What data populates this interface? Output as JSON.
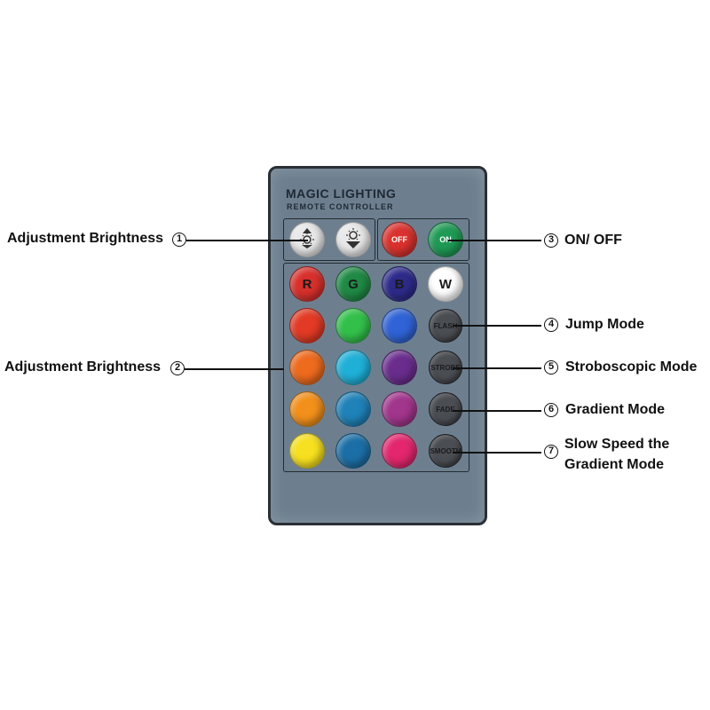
{
  "remote": {
    "brand": "MAGIC LIGHTING",
    "subtitle": "REMOTE CONTROLLER",
    "brightness_icon_up": "sun-up-icon",
    "brightness_icon_down": "sun-down-icon",
    "off_label": "OFF",
    "on_label": "ON",
    "rgbw_labels": [
      "R",
      "G",
      "B",
      "W"
    ],
    "mode_buttons": [
      "FLASH",
      "STROBE",
      "FADE",
      "SMOOTH"
    ],
    "colors": {
      "body": "#6d7f8f",
      "off_button": "#d9322e",
      "on_button": "#1f9a55",
      "white_button": "#ffffff"
    }
  },
  "callouts": {
    "c1": {
      "num": "1",
      "text": "Adjustment Brightness"
    },
    "c2": {
      "num": "2",
      "text": "Adjustment Brightness"
    },
    "c3": {
      "num": "3",
      "text": "ON/ OFF"
    },
    "c4": {
      "num": "4",
      "text": "Jump Mode"
    },
    "c5": {
      "num": "5",
      "text": "Stroboscopic Mode"
    },
    "c6": {
      "num": "6",
      "text": "Gradient Mode"
    },
    "c7": {
      "num": "7",
      "text_line1": "Slow Speed the",
      "text_line2": "Gradient Mode"
    }
  }
}
